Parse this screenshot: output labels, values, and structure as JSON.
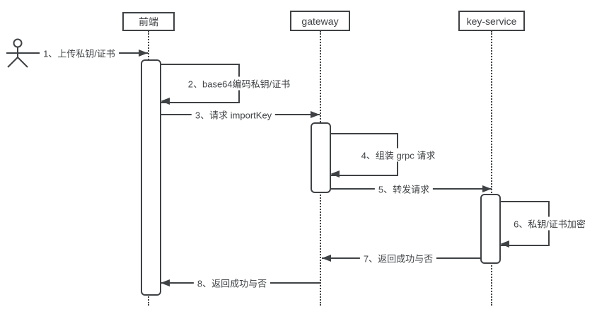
{
  "diagram": {
    "kind": "uml-sequence",
    "colors": {
      "line": "#3f4245",
      "background": "#ffffff"
    },
    "actor": {
      "icon": "stick-figure-icon"
    },
    "participants": [
      {
        "id": "frontend",
        "label": "前端"
      },
      {
        "id": "gateway",
        "label": "gateway"
      },
      {
        "id": "key-service",
        "label": "key-service"
      }
    ],
    "messages": [
      {
        "seq": 1,
        "label": "1、上传私钥/证书",
        "from": "actor",
        "to": "frontend",
        "kind": "sync"
      },
      {
        "seq": 2,
        "label": "2、base64编码私钥/证书",
        "from": "frontend",
        "to": "frontend",
        "kind": "self"
      },
      {
        "seq": 3,
        "label": "3、请求 importKey",
        "from": "frontend",
        "to": "gateway",
        "kind": "sync"
      },
      {
        "seq": 4,
        "label": "4、组装 grpc 请求",
        "from": "gateway",
        "to": "gateway",
        "kind": "self"
      },
      {
        "seq": 5,
        "label": "5、转发请求",
        "from": "gateway",
        "to": "key-service",
        "kind": "sync"
      },
      {
        "seq": 6,
        "label": "6、私钥/证书加密",
        "from": "key-service",
        "to": "key-service",
        "kind": "self"
      },
      {
        "seq": 7,
        "label": "7、返回成功与否",
        "from": "key-service",
        "to": "gateway",
        "kind": "return"
      },
      {
        "seq": 8,
        "label": "8、返回成功与否",
        "from": "gateway",
        "to": "frontend",
        "kind": "return"
      }
    ]
  }
}
